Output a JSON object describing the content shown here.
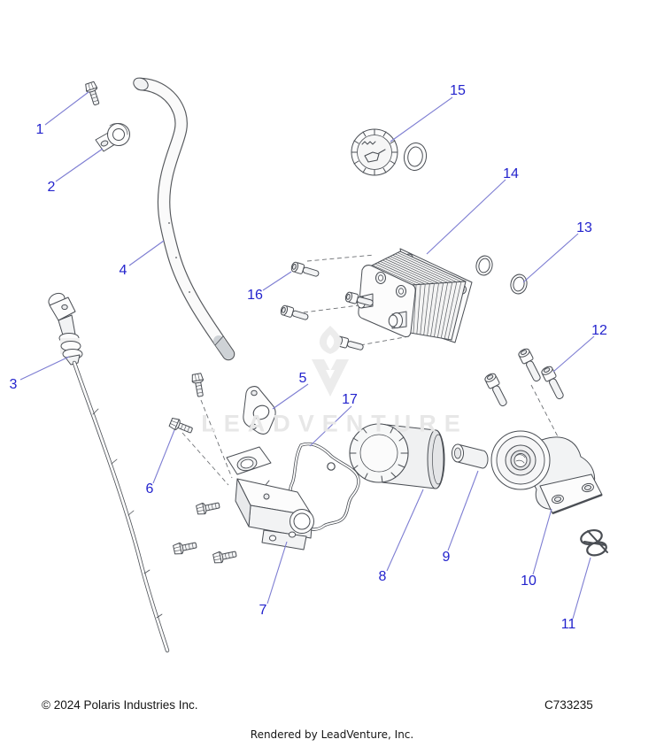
{
  "diagram": {
    "callouts": {
      "c1": "1",
      "c2": "2",
      "c3": "3",
      "c4": "4",
      "c5": "5",
      "c6": "6",
      "c7": "7",
      "c8": "8",
      "c9": "9",
      "c10": "10",
      "c11": "11",
      "c12": "12",
      "c13": "13",
      "c14": "14",
      "c15": "15",
      "c16": "16",
      "c17": "17"
    },
    "parts": {
      "1": "hex-flange-bolt",
      "2": "p-clamp",
      "3": "oil-dipstick",
      "4": "oil-drain-tube",
      "5": "mounting-bracket",
      "6": "hex-flange-bolt",
      "7": "oil-tank-cover",
      "8": "oil-filter",
      "9": "fitting-nipple",
      "10": "oil-filter-adapter",
      "11": "wire-retainer-clip",
      "12": "socket-head-bolt",
      "13": "o-ring",
      "14": "oil-cooler",
      "15": "oil-fill-cap",
      "16": "socket-head-screw",
      "17": "cover-gasket"
    }
  },
  "watermark": {
    "text": "LEADVENTURE",
    "logo": "leadventure-flame-v-logo"
  },
  "footer": {
    "copyright": "© 2024 Polaris Industries Inc.",
    "part_code": "C733235",
    "rendered_by": "Rendered by LeadVenture, Inc."
  },
  "colors": {
    "callout_text": "#2323cd",
    "leader_line": "#7d7dd2",
    "line_art": "#4a4e54",
    "watermark": "#e7e7e7"
  }
}
